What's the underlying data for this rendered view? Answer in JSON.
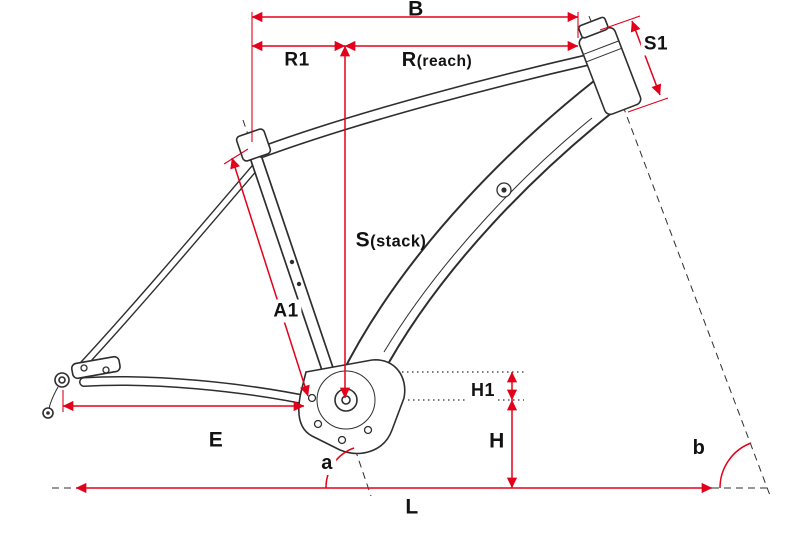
{
  "colors": {
    "dimension-red": "#e2001a",
    "line-dark": "#2e2e2e"
  },
  "labels": {
    "b_top": "B",
    "r1": "R1",
    "r_main": "R",
    "r_sub": "(reach)",
    "s1": "S1",
    "s_main": "S",
    "s_sub": "(stack)",
    "a1": "A1",
    "h1": "H1",
    "h": "H",
    "e": "E",
    "l": "L",
    "angle_a": "a",
    "angle_b": "b"
  }
}
